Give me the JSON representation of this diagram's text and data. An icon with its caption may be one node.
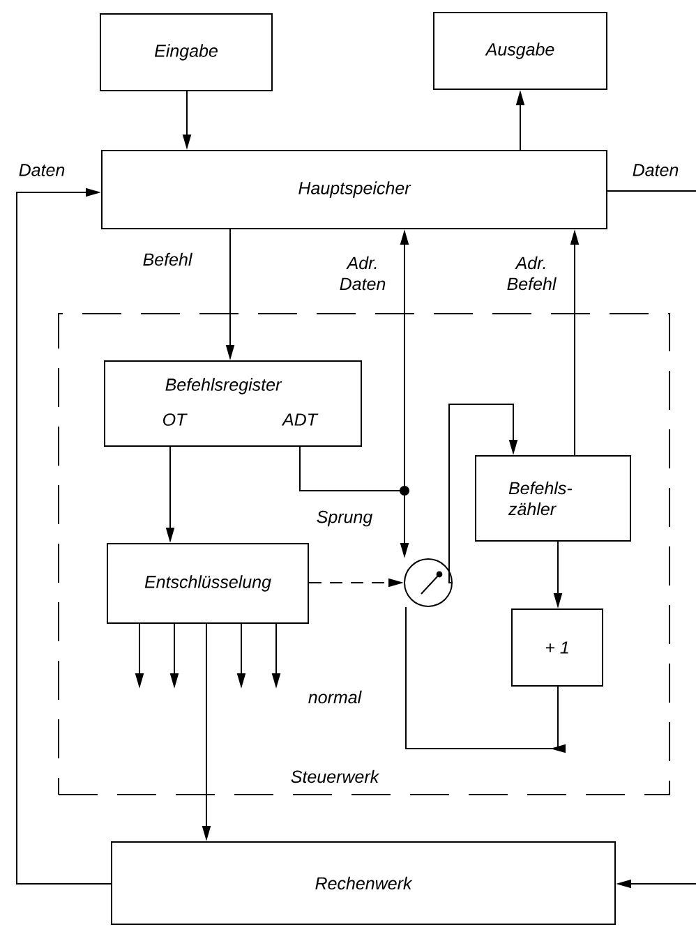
{
  "diagram": {
    "nodes": [
      {
        "text": [
          "Eingabe"
        ]
      },
      {
        "text": [
          "Ausgabe"
        ]
      },
      {
        "text": [
          "Hauptspeicher"
        ]
      },
      {
        "text": [
          "Steuerwerk"
        ]
      },
      {
        "text": [
          "Befehlsregister",
          "OT",
          "ADT"
        ],
        "in": 3
      },
      {
        "text": [
          "Befehls- zähler"
        ],
        "in": 3
      },
      {
        "text": [
          "Entschlüsselung"
        ],
        "in": 3
      },
      {
        "text": [],
        "shape": "circle",
        "in": 3
      },
      {
        "text": [
          "+ 1"
        ],
        "in": 3
      },
      {
        "text": [
          "Rechenwerk"
        ]
      }
    ],
    "edges": [
      {
        "from": 0,
        "to": 2,
        "arrow": "to"
      },
      {
        "from": 2,
        "to": 1,
        "arrow": "to"
      },
      {
        "from": 9,
        "to": 2,
        "arrow": "to",
        "label": "Daten"
      },
      {
        "from": 2,
        "to": null,
        "arrow": "none",
        "label": "Daten"
      },
      {
        "from": null,
        "to": 9,
        "arrow": "to"
      },
      {
        "from": 2,
        "to": 4,
        "arrow": "to",
        "label": "Befehl"
      },
      {
        "from": 4,
        "to": 2,
        "arrow": "to",
        "label": "Adr. Daten"
      },
      {
        "from": 4,
        "to": 7,
        "arrow": "to",
        "label": "Sprung"
      },
      {
        "from": 5,
        "to": 2,
        "arrow": "to",
        "label": "Adr. Befehl"
      },
      {
        "from": 4,
        "to": 6,
        "arrow": "to"
      },
      {
        "from": 6,
        "to": 7,
        "arrow": "to",
        "style": "dashed"
      },
      {
        "from": 7,
        "to": 5,
        "arrow": "to"
      },
      {
        "from": 5,
        "to": 8,
        "arrow": "to"
      },
      {
        "from": 8,
        "to": 7,
        "arrow": "to",
        "label": "normal"
      },
      {
        "from": 6,
        "to": 9,
        "arrow": "to"
      },
      {
        "from": 6,
        "to": null,
        "arrow": "to"
      },
      {
        "from": 6,
        "to": null,
        "arrow": "to"
      },
      {
        "from": 6,
        "to": null,
        "arrow": "to"
      },
      {
        "from": 6,
        "to": null,
        "arrow": "to"
      }
    ]
  }
}
